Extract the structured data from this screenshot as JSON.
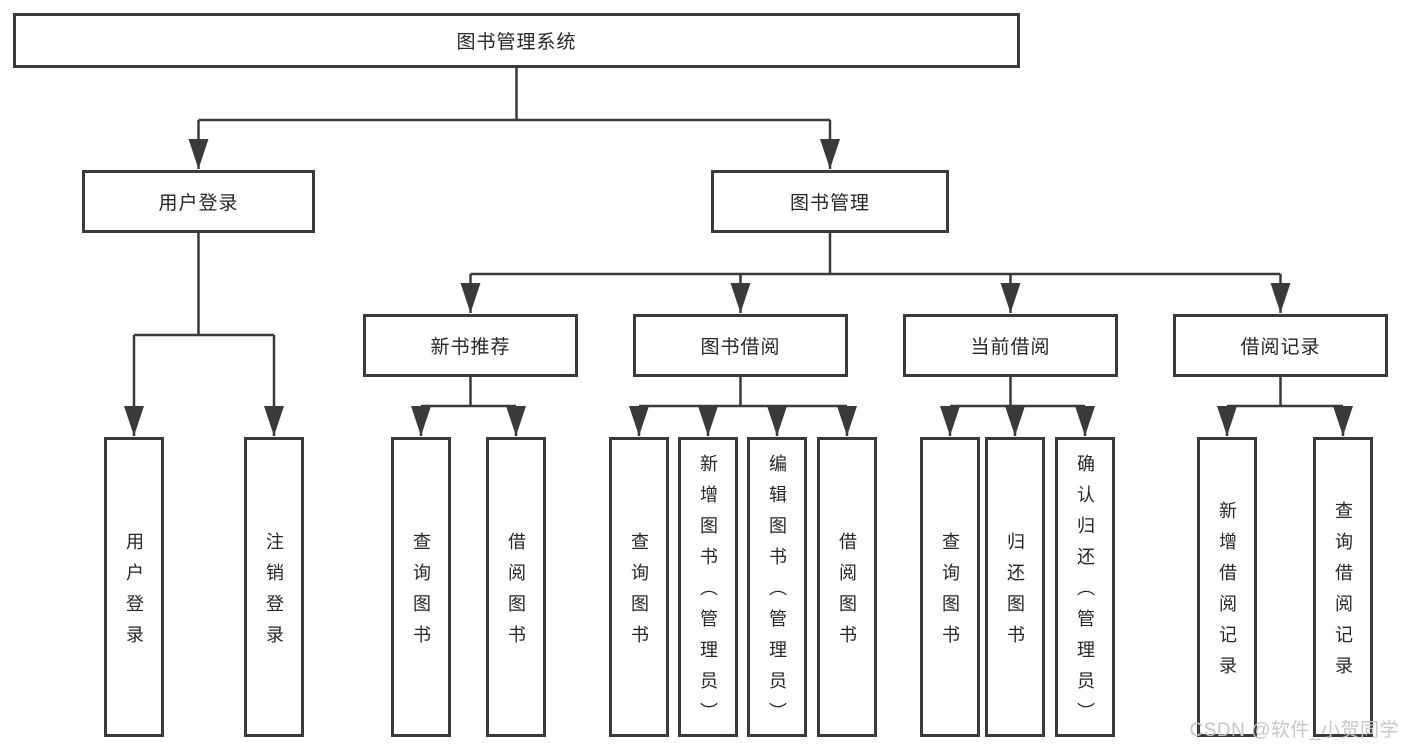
{
  "diagram": {
    "type": "tree",
    "colors": {
      "line": "#3a3a3a",
      "box_border": "#3a3a3a",
      "text": "#262626",
      "background": "#ffffff",
      "watermark": "#c6c6c6"
    },
    "watermark": "CSDN @软件_小贺同学",
    "tree": {
      "label": "图书管理系统",
      "children": [
        {
          "label": "用户登录",
          "children": [
            {
              "label": "用户登录"
            },
            {
              "label": "注销登录"
            }
          ]
        },
        {
          "label": "图书管理",
          "children": [
            {
              "label": "新书推荐",
              "children": [
                {
                  "label": "查询图书"
                },
                {
                  "label": "借阅图书"
                }
              ]
            },
            {
              "label": "图书借阅",
              "children": [
                {
                  "label": "查询图书"
                },
                {
                  "label": "新增图书（管理员）"
                },
                {
                  "label": "编辑图书（管理员）"
                },
                {
                  "label": "借阅图书"
                }
              ]
            },
            {
              "label": "当前借阅",
              "children": [
                {
                  "label": "查询图书"
                },
                {
                  "label": "归还图书"
                },
                {
                  "label": "确认归还（管理员）"
                }
              ]
            },
            {
              "label": "借阅记录",
              "children": [
                {
                  "label": "新增借阅记录"
                },
                {
                  "label": "查询借阅记录"
                }
              ]
            }
          ]
        }
      ]
    }
  }
}
